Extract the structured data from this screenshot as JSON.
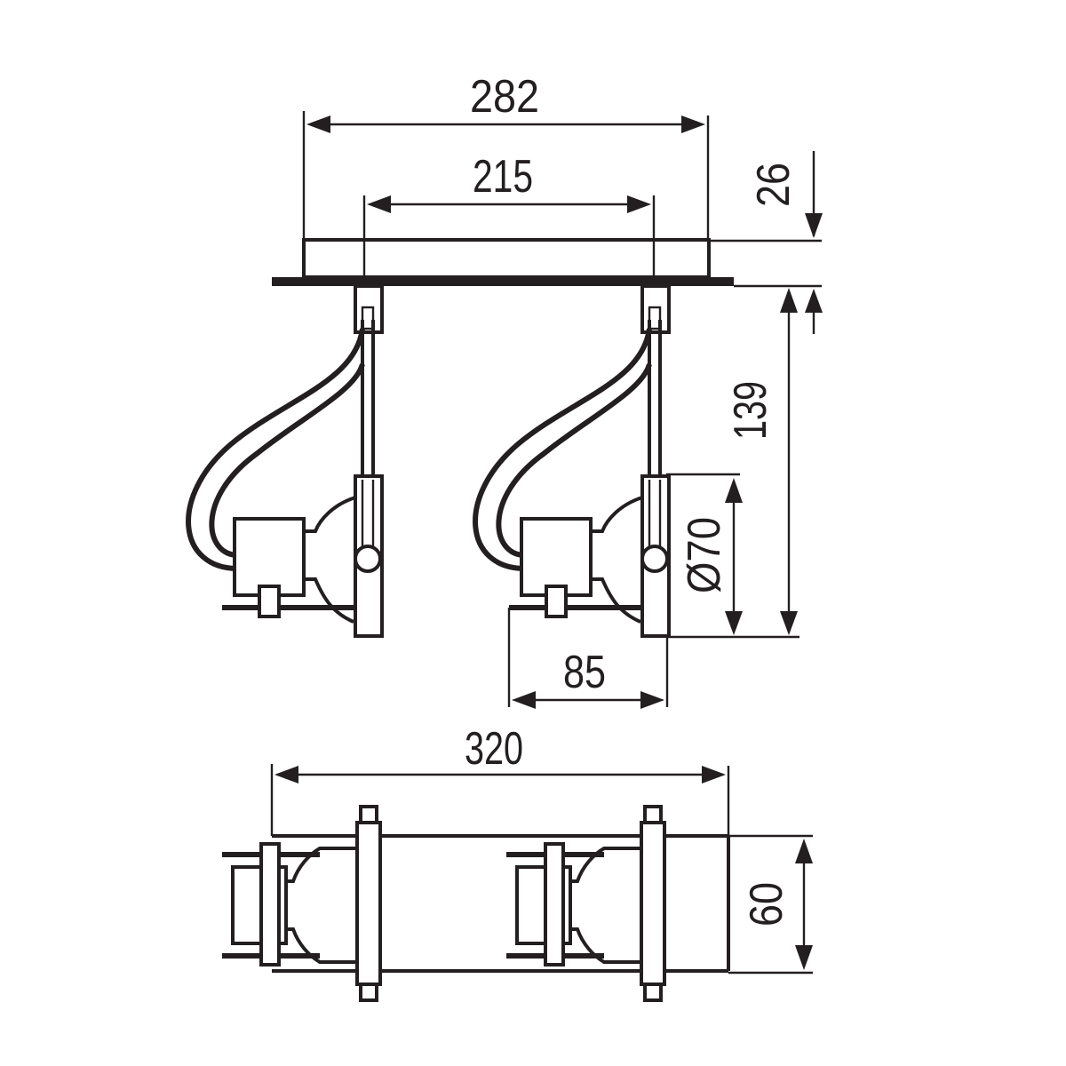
{
  "drawing": {
    "type": "technical dimension drawing",
    "subject": "twin spotlight ceiling fixture",
    "units": "mm",
    "views": [
      "side view",
      "top view"
    ]
  },
  "dimensions": {
    "width_outer": "282",
    "mount_spacing": "215",
    "base_height": "26",
    "total_height": "139",
    "lamp_diameter": "Ø70",
    "lamp_depth": "85",
    "total_length": "320",
    "width_top_view": "60"
  },
  "colors": {
    "line": "#231f20",
    "background": "#ffffff"
  }
}
